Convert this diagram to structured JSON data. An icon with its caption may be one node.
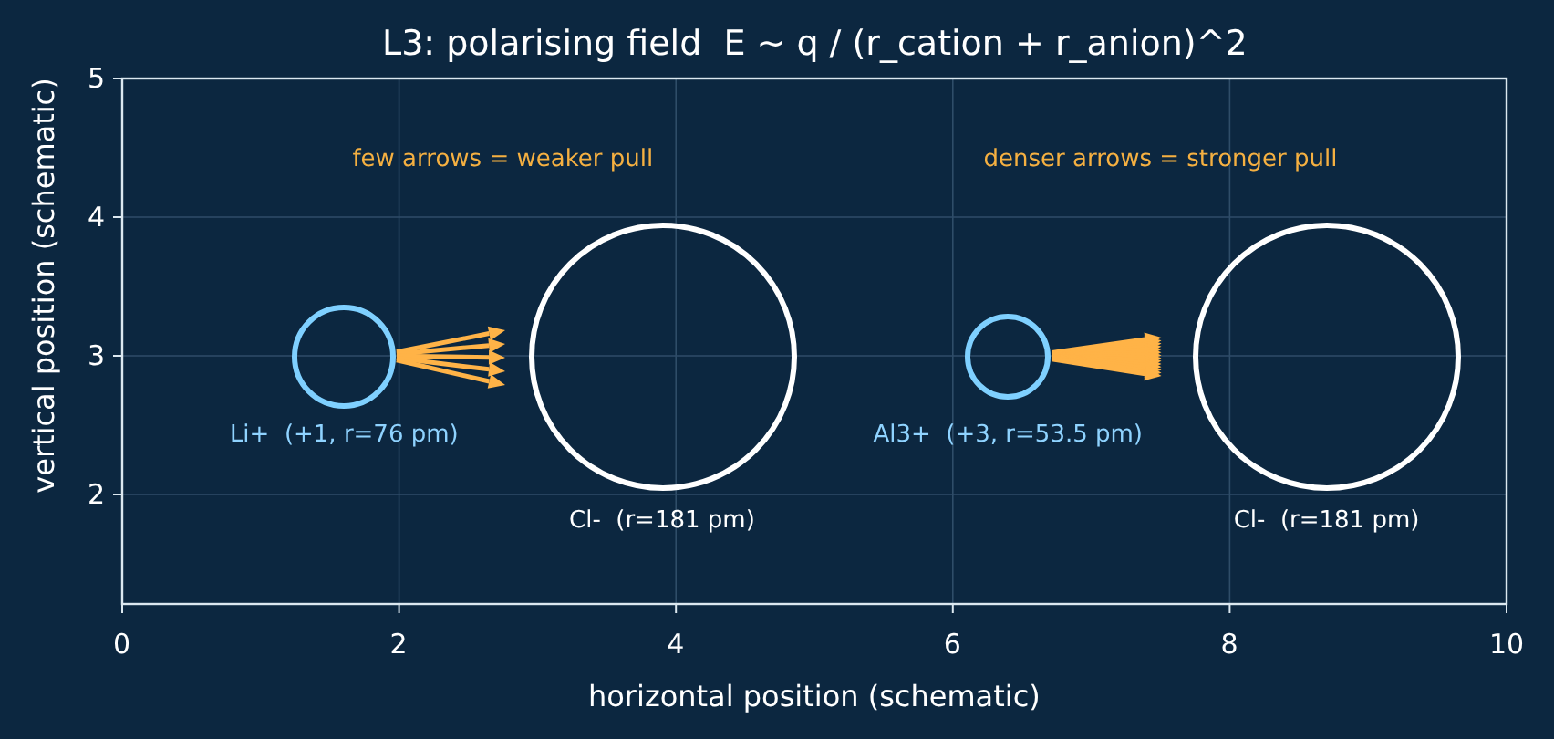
{
  "diagram": {
    "title": "L3: polarising field  E ~ q / (r_cation + r_anion)^2",
    "nodes": [
      {
        "text": [],
        "shape": "circle",
        "beside": [
          "Li+  (+1, r=76 pm)"
        ]
      },
      {
        "text": [],
        "shape": "circle",
        "beside": [
          "Cl-  (r=181 pm)"
        ]
      },
      {
        "text": [],
        "shape": "circle",
        "beside": [
          "Al3+  (+3, r=53.5 pm)"
        ]
      },
      {
        "text": [],
        "shape": "circle",
        "beside": [
          "Cl-  (r=181 pm)"
        ]
      }
    ],
    "labels": [
      "few arrows = weaker pull",
      "denser arrows = stronger pull",
      "5",
      "4",
      "3",
      "2",
      "0",
      "2",
      "4",
      "6",
      "8",
      "10",
      "vertical position (schematic)",
      "horizontal position (schematic)"
    ]
  }
}
